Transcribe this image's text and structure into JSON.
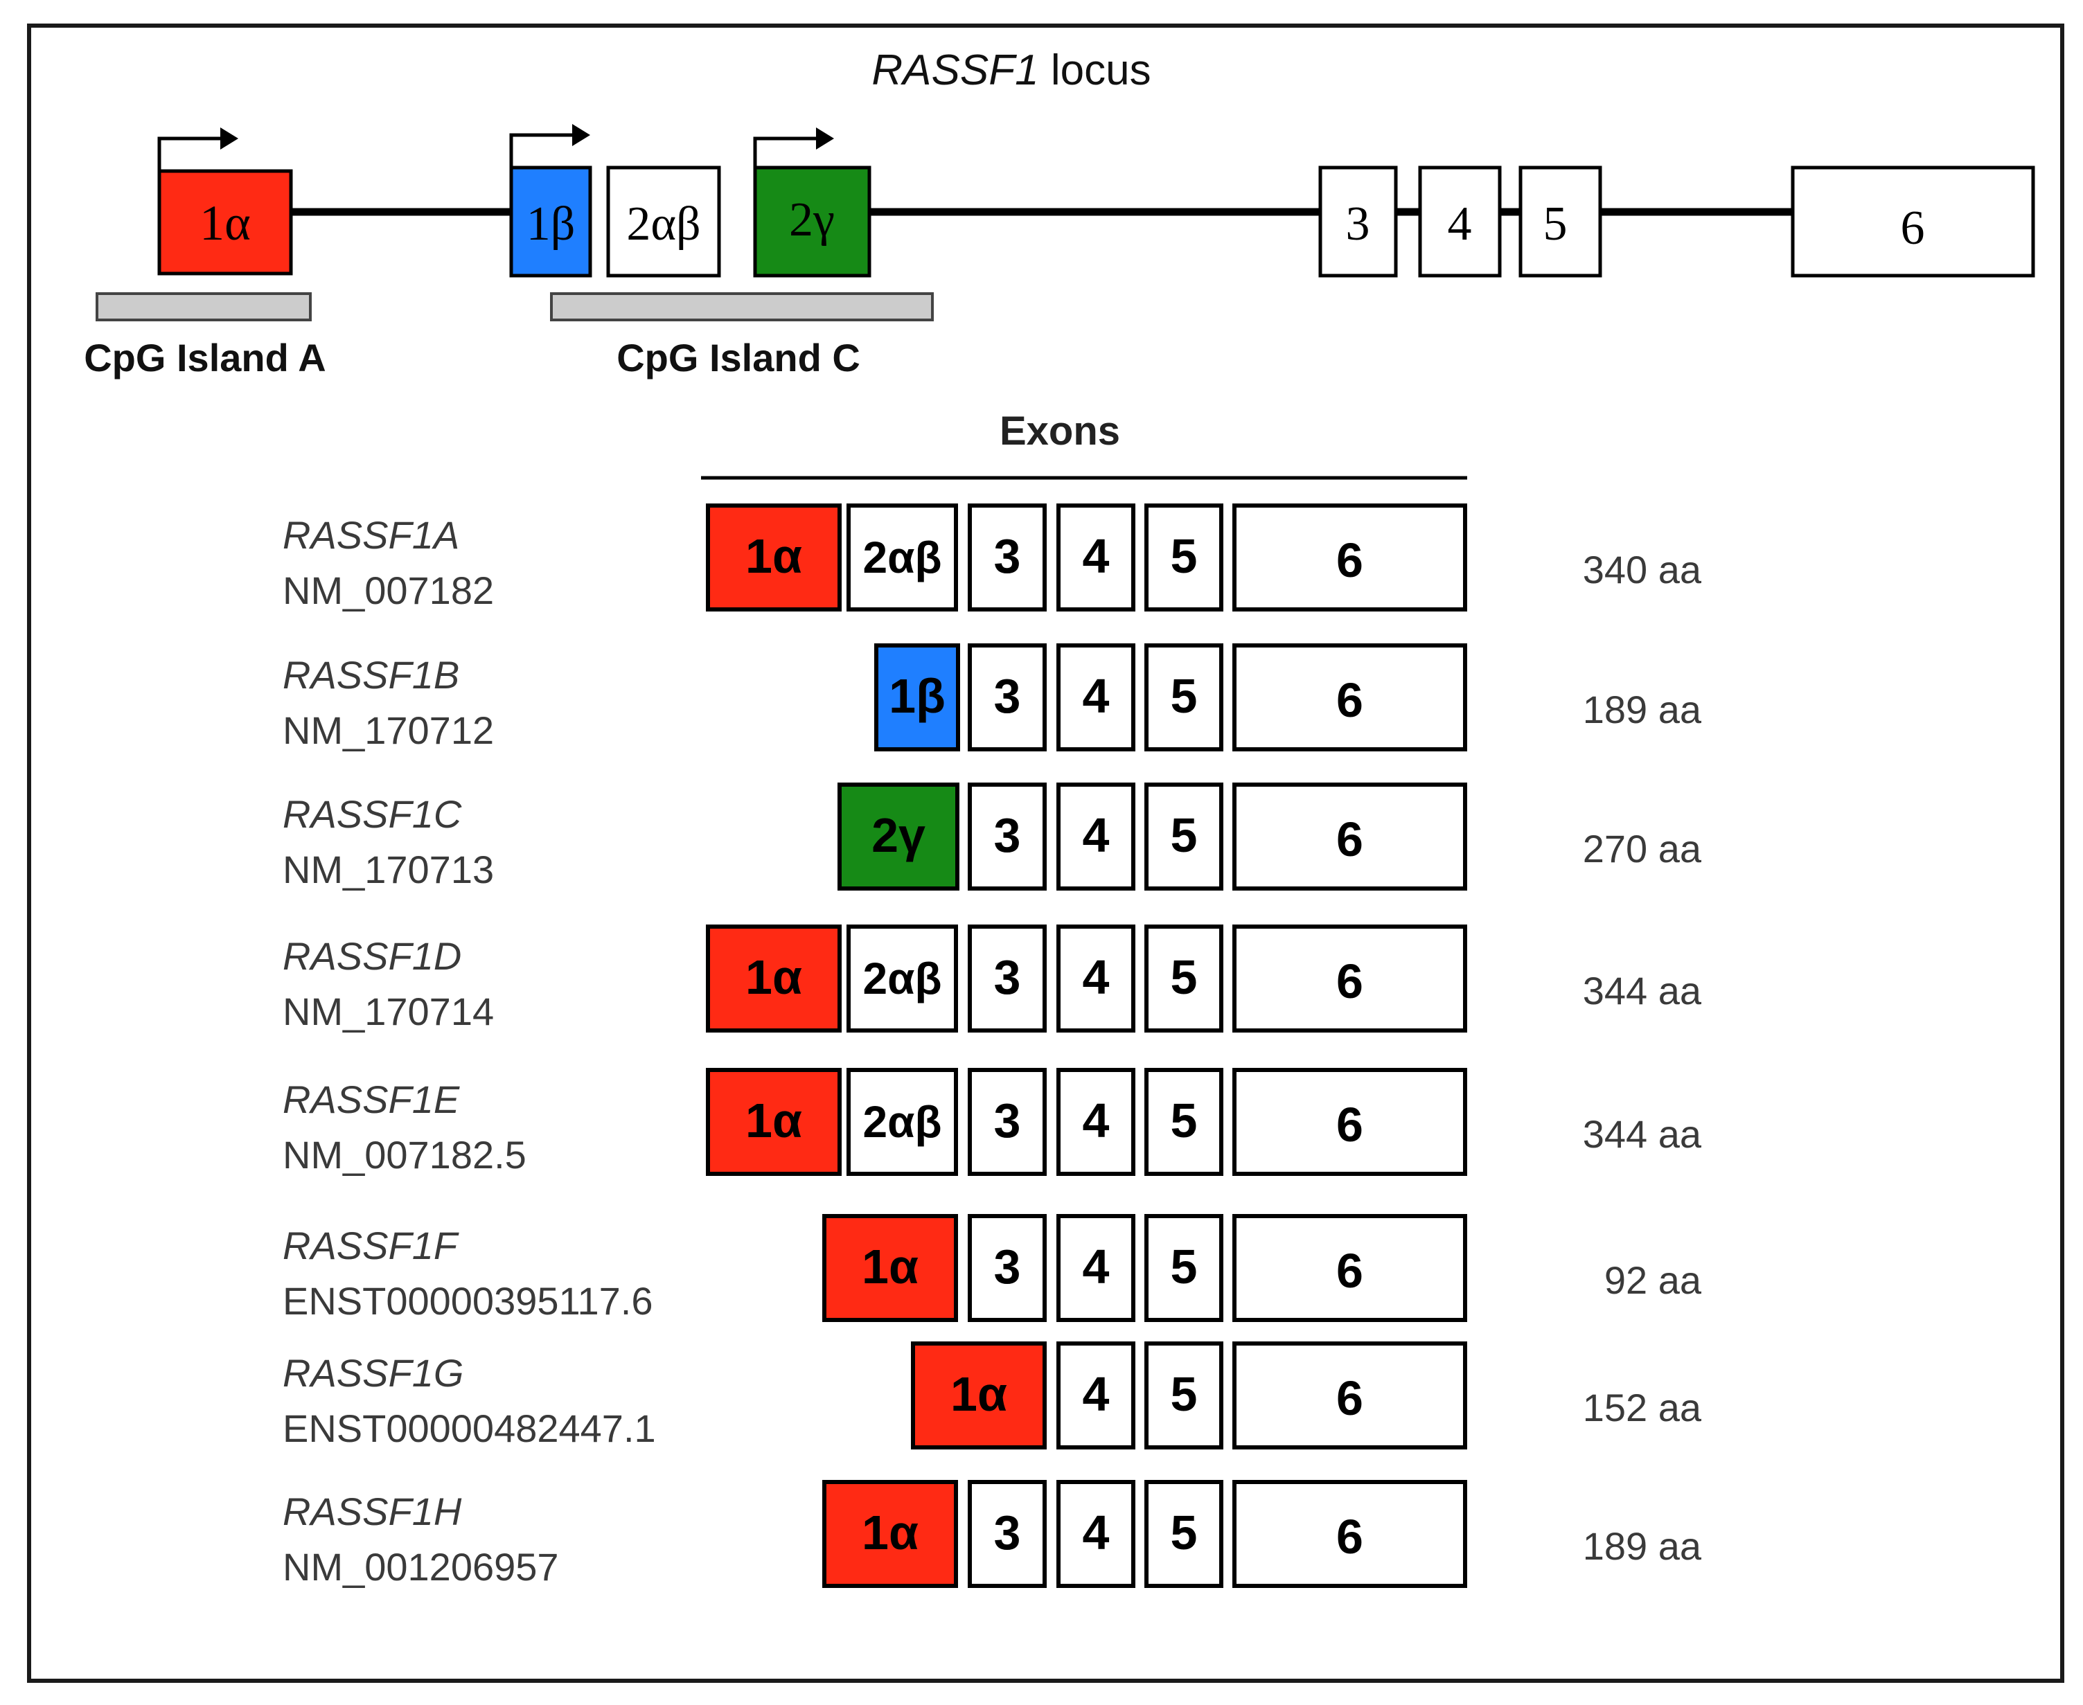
{
  "locus": {
    "title_gene": "RASSF1",
    "title_suffix": " locus",
    "exons": [
      {
        "label": "1α",
        "color": "#ff2a14",
        "promoter": true
      },
      {
        "label": "1β",
        "color": "#1f7fff",
        "promoter": true
      },
      {
        "label": "2αβ",
        "color": "#ffffff",
        "promoter": false
      },
      {
        "label": "2γ",
        "color": "#168a16",
        "promoter": true
      },
      {
        "label": "3",
        "color": "#ffffff",
        "promoter": false
      },
      {
        "label": "4",
        "color": "#ffffff",
        "promoter": false
      },
      {
        "label": "5",
        "color": "#ffffff",
        "promoter": false
      },
      {
        "label": "6",
        "color": "#ffffff",
        "promoter": false
      }
    ],
    "cpg_islands": [
      {
        "label": "CpG Island A"
      },
      {
        "label": "CpG Island C"
      }
    ]
  },
  "exons_header": "Exons",
  "colors": {
    "exon_1a": "#ff2a14",
    "exon_1b": "#1f7fff",
    "exon_2g": "#168a16",
    "cpg_island": "#cccccc",
    "frame": "#1a1a1a",
    "label_text": "#3a3a3a"
  },
  "isoforms": [
    {
      "name": "RASSF1A",
      "accession": "NM_007182",
      "length": "340 aa",
      "exons": [
        "1α",
        "2αβ",
        "3",
        "4",
        "5",
        "6"
      ]
    },
    {
      "name": "RASSF1B",
      "accession": "NM_170712",
      "length": "189 aa",
      "exons": [
        "1β",
        "3",
        "4",
        "5",
        "6"
      ]
    },
    {
      "name": "RASSF1C",
      "accession": "NM_170713",
      "length": "270 aa",
      "exons": [
        "2γ",
        "3",
        "4",
        "5",
        "6"
      ]
    },
    {
      "name": "RASSF1D",
      "accession": "NM_170714",
      "length": "344 aa",
      "exons": [
        "1α",
        "2αβ",
        "3",
        "4",
        "5",
        "6"
      ]
    },
    {
      "name": "RASSF1E",
      "accession": "NM_007182.5",
      "length": "344 aa",
      "exons": [
        "1α",
        "2αβ",
        "3",
        "4",
        "5",
        "6"
      ]
    },
    {
      "name": "RASSF1F",
      "accession": "ENST00000395117.6",
      "length": "92 aa",
      "exons": [
        "1α",
        "3",
        "4",
        "5",
        "6"
      ]
    },
    {
      "name": "RASSF1G",
      "accession": "ENST00000482447.1",
      "length": "152 aa",
      "exons": [
        "1α",
        "4",
        "5",
        "6"
      ]
    },
    {
      "name": "RASSF1H",
      "accession": "NM_001206957",
      "length": "189 aa",
      "exons": [
        "1α",
        "3",
        "4",
        "5",
        "6"
      ]
    }
  ]
}
